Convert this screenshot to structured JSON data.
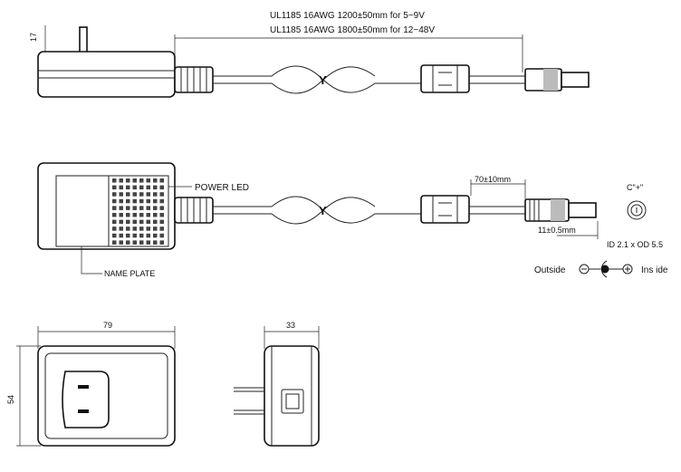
{
  "cable_spec": [
    "UL1185 16AWG 1200±50mm for 5~9V",
    "UL1185 16AWG 1800±50mm for 12~48V"
  ],
  "dim_plug_height": "17",
  "power_led": "POWER LED",
  "name_plate": "NAME PLATE",
  "dim_ferrite_to_plug": "70±10mm",
  "dim_plug_length": "11±0.5mm",
  "plug_face_label": "C\"+\"",
  "plug_size": "ID 2.1 x OD 5.5",
  "polarity": {
    "outside": "Outside",
    "inside": "Ins ide",
    "outside_sign": "−",
    "inside_sign": "+"
  },
  "cable_marker": "Y",
  "dim_width": "79",
  "dim_height": "54",
  "dim_depth": "33"
}
